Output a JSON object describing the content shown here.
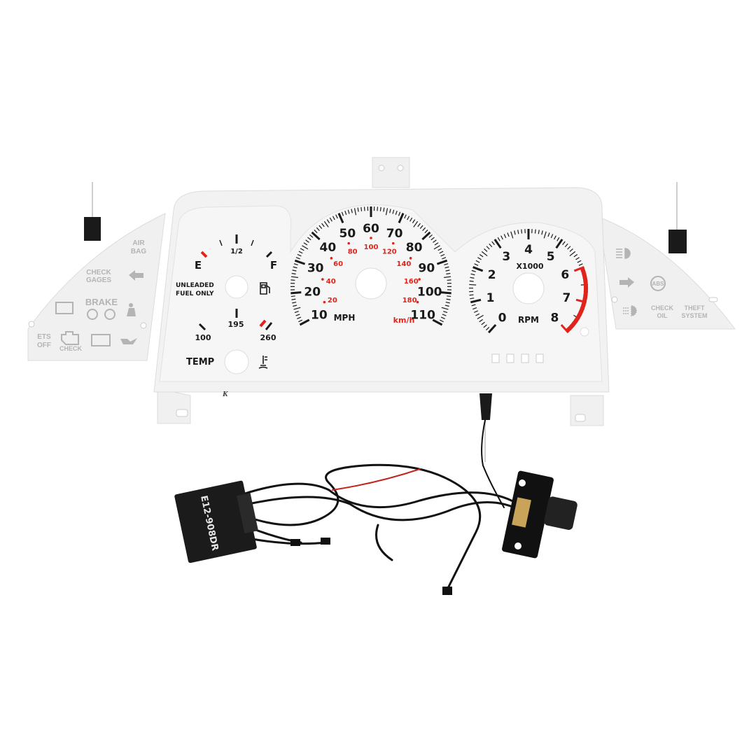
{
  "colors": {
    "panel": "#f2f2f2",
    "panel_edge": "#dcdcdc",
    "accent_red": "#e0241c",
    "ink": "#1a1a1a",
    "indicator_grey": "#b4b4b4",
    "cable": "#111111"
  },
  "left_pod": {
    "air_bag": [
      "AIR",
      "BAG"
    ],
    "check_gages": [
      "CHECK",
      "GAGES"
    ],
    "brake": "BRAKE",
    "ets_off": [
      "ETS",
      "OFF"
    ],
    "check": "CHECK",
    "icons": [
      "left-turn-arrow-icon",
      "coolant-level-icon",
      "parking-brake-icon",
      "seatbelt-icon",
      "check-engine-icon",
      "battery-icon",
      "oil-can-icon"
    ]
  },
  "right_pod": {
    "check_oil": [
      "CHECK",
      "OIL"
    ],
    "theft_system": [
      "THEFT",
      "SYSTEM"
    ],
    "abs": "ABS",
    "icons": [
      "high-beam-icon",
      "right-turn-arrow-icon",
      "abs-icon",
      "fog-light-icon"
    ]
  },
  "fuel_gauge": {
    "empty": "E",
    "half": "1/2",
    "full": "F",
    "note": [
      "UNLEADED",
      "FUEL ONLY"
    ],
    "icon": "fuel-pump-icon"
  },
  "temp_gauge": {
    "min": "100",
    "mid": "195",
    "max": "260",
    "label": "TEMP",
    "icon": "thermometer-icon"
  },
  "speedometer": {
    "unit": "MPH",
    "mph_labels": [
      "10",
      "20",
      "30",
      "40",
      "50",
      "60",
      "70",
      "80",
      "90",
      "100",
      "110"
    ],
    "kmh_unit": "km/h",
    "kmh_labels": [
      "20",
      "40",
      "60",
      "80",
      "100",
      "120",
      "140",
      "160",
      "180"
    ]
  },
  "tachometer": {
    "unit": "RPM",
    "multiplier": "X1000",
    "labels": [
      "0",
      "1",
      "2",
      "3",
      "4",
      "5",
      "6",
      "7",
      "8"
    ],
    "redline_from": 6
  },
  "controller": {
    "model": "E12-908DR"
  }
}
